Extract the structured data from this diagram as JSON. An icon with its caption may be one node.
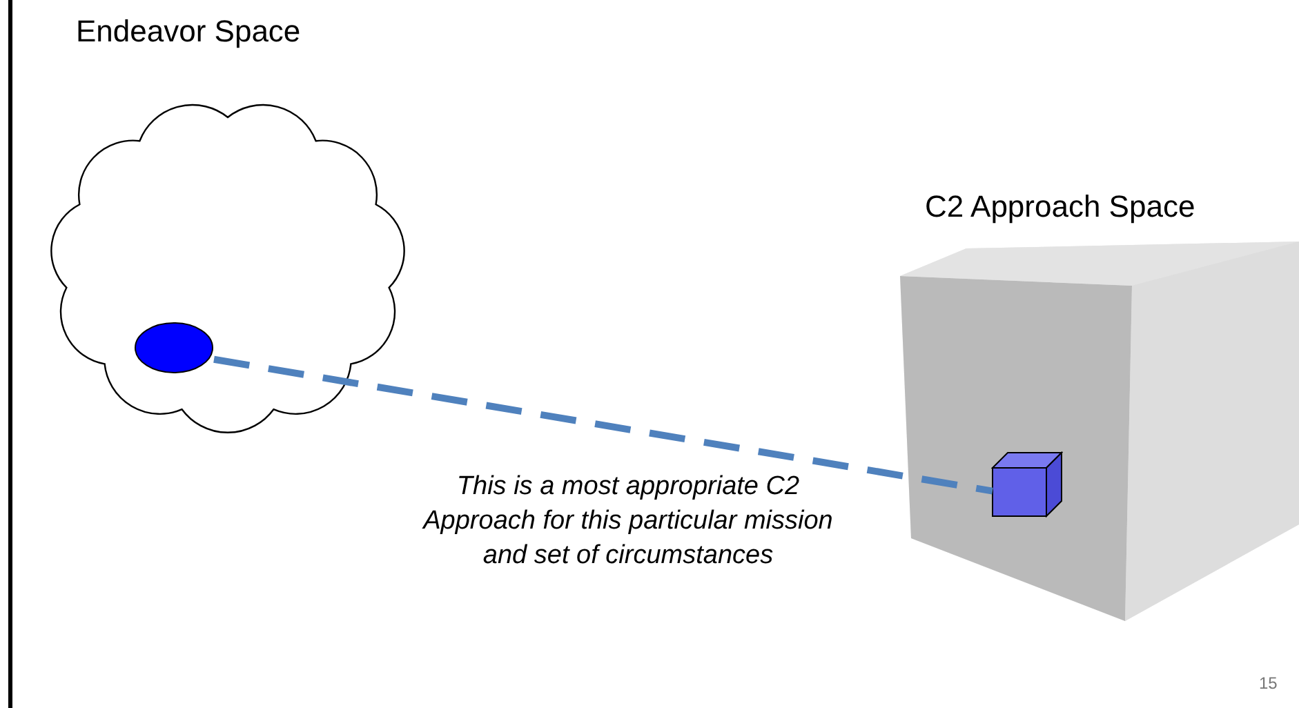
{
  "diagram": {
    "nodes": [
      {
        "text": [
          "Endeavor Space"
        ]
      },
      {
        "text": [],
        "shape": "circle",
        "in": 0
      },
      {
        "text": [
          "C2 Approach Space"
        ]
      },
      {
        "text": [],
        "shape": "box",
        "in": 2
      }
    ],
    "edges": [
      {
        "from": 1,
        "to": 3,
        "arrow": "none",
        "style": "dashed"
      }
    ],
    "labels": [
      "This is a most appropriate C2 Approach for this particular mission and set of circumstances",
      "15"
    ]
  }
}
